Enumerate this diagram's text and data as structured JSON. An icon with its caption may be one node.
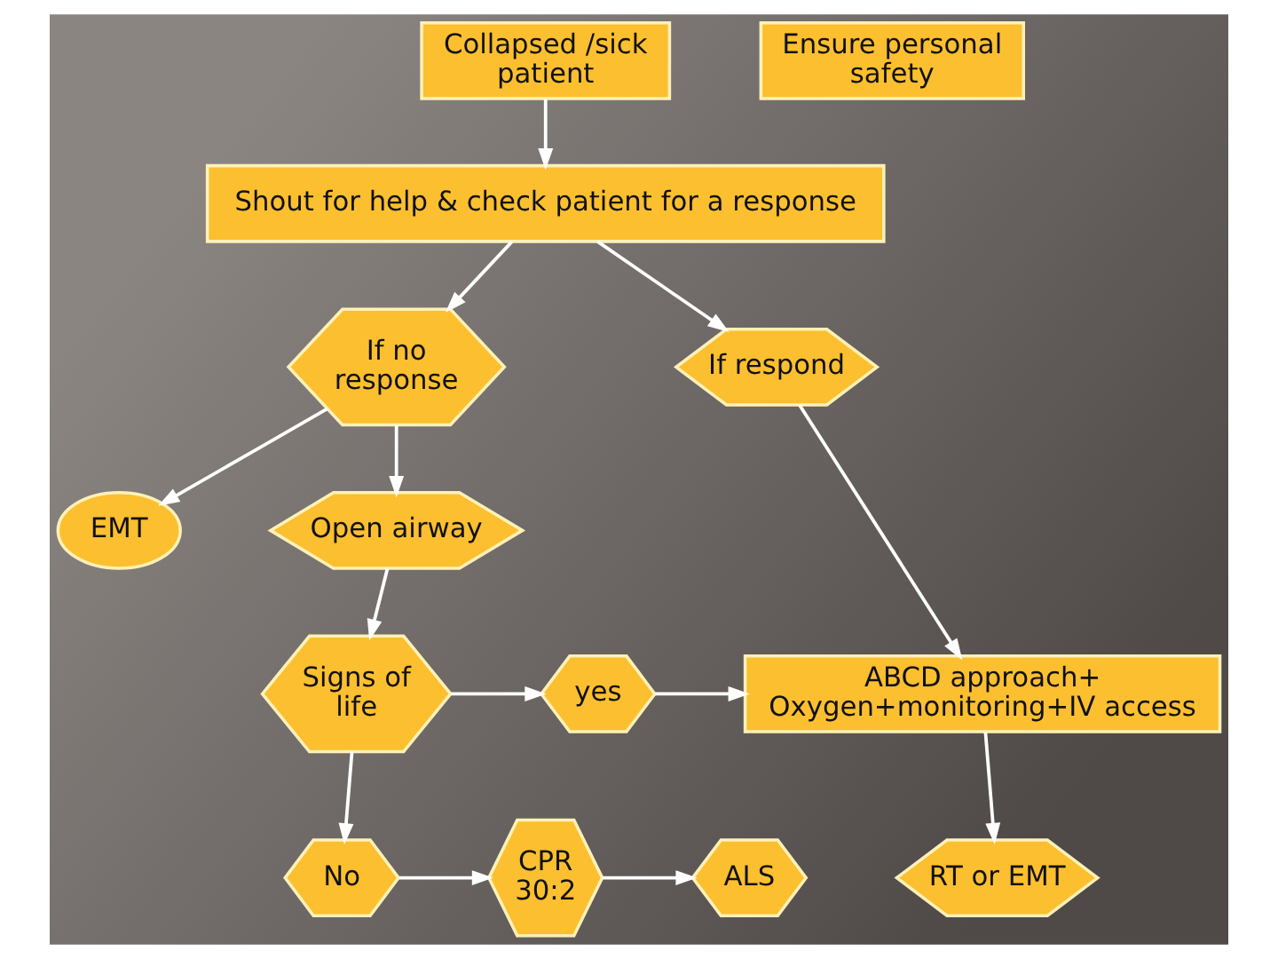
{
  "diagram": {
    "nodes": [
      {
        "text": [
          "Collapsed /sick patient"
        ]
      },
      {
        "text": [
          "Ensure personal safety"
        ]
      },
      {
        "text": [
          "Shout for help & check patient for a response"
        ]
      },
      {
        "text": [
          "If no response"
        ]
      },
      {
        "text": [
          "If respond"
        ]
      },
      {
        "text": [
          "EMT"
        ]
      },
      {
        "text": [
          "Open airway"
        ]
      },
      {
        "text": [
          "Signs of life"
        ]
      },
      {
        "text": [
          "yes"
        ]
      },
      {
        "text": [
          "ABCD approach+ Oxygen+monitoring+IV access"
        ]
      },
      {
        "text": [
          "No"
        ]
      },
      {
        "text": [
          "CPR 30:2"
        ]
      },
      {
        "text": [
          "ALS"
        ]
      },
      {
        "text": [
          "RT or EMT"
        ]
      }
    ],
    "edges": [
      {
        "from": 0,
        "to": 2,
        "arrow": "to"
      },
      {
        "from": 2,
        "to": 3,
        "arrow": "to"
      },
      {
        "from": 2,
        "to": 4,
        "arrow": "to"
      },
      {
        "from": 3,
        "to": 5,
        "arrow": "to"
      },
      {
        "from": 3,
        "to": 6,
        "arrow": "to"
      },
      {
        "from": 4,
        "to": 9,
        "arrow": "to"
      },
      {
        "from": 6,
        "to": 7,
        "arrow": "to"
      },
      {
        "from": 7,
        "to": 8,
        "arrow": "to"
      },
      {
        "from": 8,
        "to": 9,
        "arrow": "to"
      },
      {
        "from": 7,
        "to": 10,
        "arrow": "to"
      },
      {
        "from": 10,
        "to": 11,
        "arrow": "to"
      },
      {
        "from": 11,
        "to": 12,
        "arrow": "to"
      },
      {
        "from": 9,
        "to": 13,
        "arrow": "to"
      }
    ]
  }
}
